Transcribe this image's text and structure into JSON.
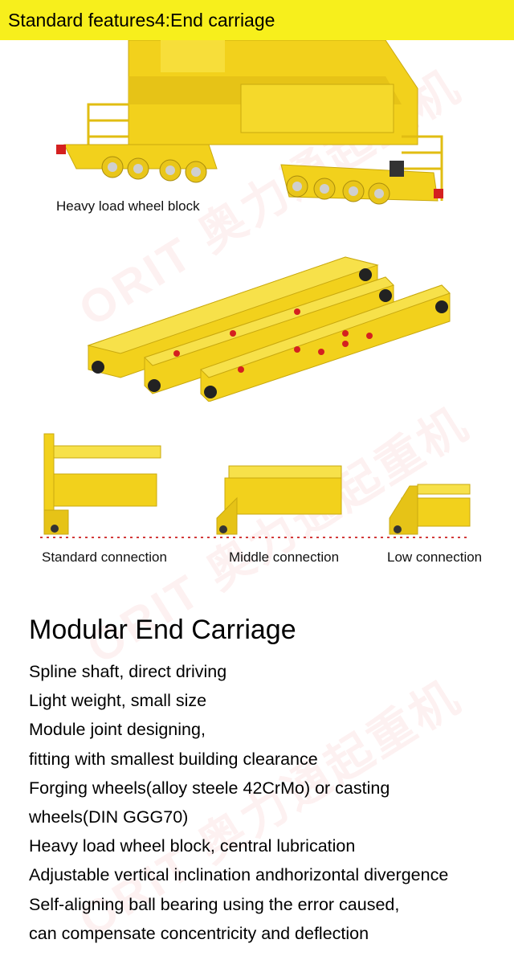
{
  "header": {
    "title": "Standard features4:End carriage"
  },
  "figures": {
    "wheel_block_caption": "Heavy load wheel block",
    "connections": [
      {
        "label": "Standard connection"
      },
      {
        "label": "Middle connection"
      },
      {
        "label": "Low connection"
      }
    ]
  },
  "watermark": {
    "text": "ORIT 奥力通起重机"
  },
  "main": {
    "title": "Modular End Carriage",
    "features": [
      "Spline shaft, direct driving",
      "Light weight, small size",
      "Module joint designing,",
      "fitting with smallest building clearance",
      "Forging wheels(alloy steele 42CrMo) or casting",
      "wheels(DIN GGG70)",
      "Heavy load wheel block, central lubrication",
      "Adjustable vertical inclination andhorizontal divergence",
      "Self-aligning ball bearing using the error caused,",
      "can compensate concentricity and deflection"
    ]
  },
  "colors": {
    "header_bg": "#f7ef1c",
    "crane_yellow": "#f2d11c",
    "accent_red": "#d42020"
  }
}
